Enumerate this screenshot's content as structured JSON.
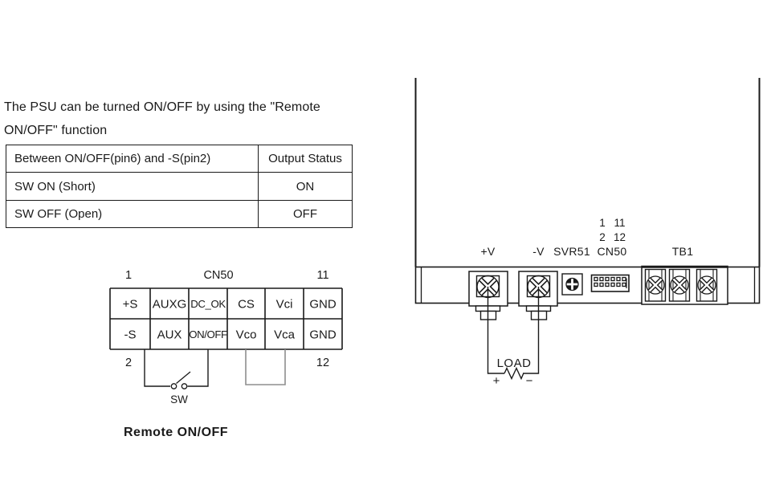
{
  "intro": {
    "line1": "The PSU can be turned ON/OFF by using the \"Remote",
    "line2": "ON/OFF\" function"
  },
  "status_table": {
    "col1_header": "Between ON/OFF(pin6) and -S(pin2)",
    "col2_header": "Output Status",
    "rows": [
      {
        "condition": "SW ON (Short)",
        "status": "ON"
      },
      {
        "condition": "SW OFF (Open)",
        "status": "OFF"
      }
    ]
  },
  "pinout": {
    "title": "CN50",
    "corner_pins": {
      "top_left": "1",
      "top_right": "11",
      "bottom_left": "2",
      "bottom_right": "12"
    },
    "row1": [
      "+S",
      "AUXG",
      "DC_OK",
      "CS",
      "Vci",
      "GND"
    ],
    "row2": [
      "-S",
      "AUX",
      "ON/OFF",
      "Vco",
      "Vca",
      "GND"
    ],
    "switch_label": "SW",
    "caption": "Remote ON/OFF"
  },
  "rear_panel": {
    "terminal_labels": {
      "vpos": "+V",
      "vneg": "-V",
      "svr": "SVR51",
      "cn50": "CN50",
      "tb1": "TB1"
    },
    "cn50_pin_numbers": {
      "top_left": "1",
      "top_right": "11",
      "bottom_left": "2",
      "bottom_right": "12"
    },
    "load": {
      "label": "LOAD",
      "plus": "+",
      "minus": "−"
    }
  },
  "colors": {
    "ink": "#1a1a1a",
    "wire_gray": "#8e8e8e"
  }
}
